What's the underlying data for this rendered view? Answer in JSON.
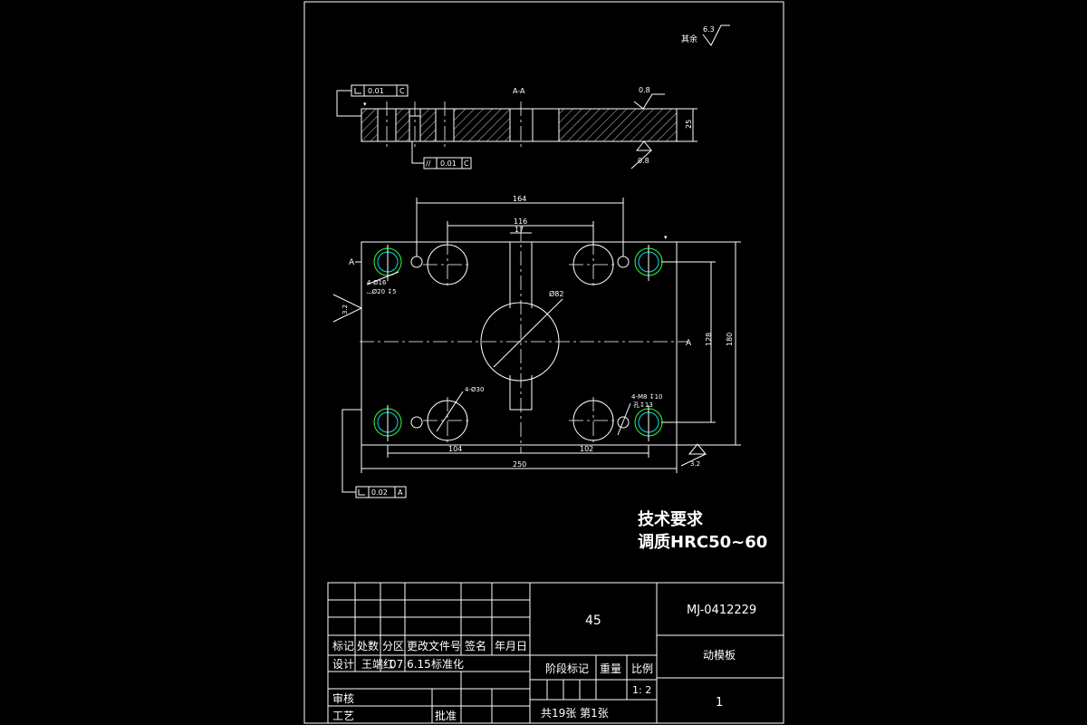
{
  "drawing": {
    "section_label": "A-A",
    "roughness_default": "6.3",
    "roughness_other": "其余",
    "roughness_top": "0.8",
    "roughness_bottom": "0.8",
    "roughness_side": "3.2",
    "roughness_bottom_right": "3.2",
    "thickness_dim": "25",
    "tol_perpendicular_top": "0.01",
    "tol_perpendicular_top_datum": "C",
    "tol_parallel": "0.01",
    "tol_parallel_datum": "C",
    "tol_perpendicular_bottom": "0.02",
    "tol_perpendicular_bottom_datum": "A",
    "dim_164": "164",
    "dim_116": "116",
    "dim_17": "17",
    "dim_104": "104",
    "dim_102": "102",
    "dim_250": "250",
    "dim_128": "128",
    "dim_180": "180",
    "dim_center_hole": "Ø82",
    "hole_note_guide": "4-Ø16",
    "hole_note_guide_depth": "⌴Ø20 ↧5",
    "hole_note_large": "4-Ø30",
    "hole_note_thread": "4-M8 ↧10",
    "hole_note_thread_depth": "孔↧13",
    "section_marker_left": "A",
    "section_marker_right": "A",
    "datum_letter": "C"
  },
  "tech_requirements": {
    "title": "技术要求",
    "item1": "调质HRC50~60"
  },
  "title_block": {
    "material": "45",
    "drawing_number": "MJ-0412229",
    "part_name": "动模板",
    "sheet_count": "1",
    "header_mark": "标记",
    "header_count": "处数",
    "header_zone": "分区",
    "header_change_doc": "更改文件号",
    "header_sign": "签名",
    "header_date": "年月日",
    "designer_label": "设计",
    "designer_name": "王端红",
    "design_date": "07.6.15",
    "standardization": "标准化",
    "review_label": "审核",
    "process_label": "工艺",
    "approve_label": "批准",
    "stage_label": "阶段标记",
    "weight_label": "重量",
    "scale_label": "比例",
    "scale_value": "1: 2",
    "sheets_info": "共19张 第1张"
  }
}
